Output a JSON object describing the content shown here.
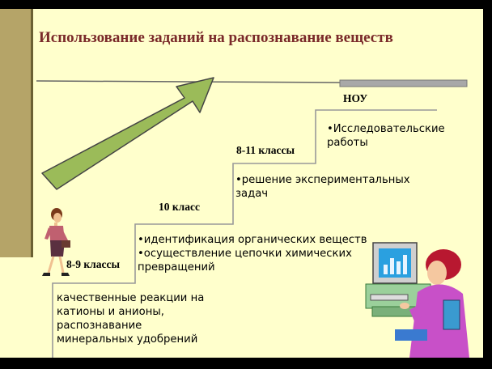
{
  "title": "Использование заданий на распознавание веществ",
  "levels": [
    {
      "label": "8-9 классы",
      "lines": [
        "качественные реакции на",
        "катионы и анионы,",
        "распознавание",
        "минеральных удобрений"
      ]
    },
    {
      "label": "10 класс",
      "lines": [
        "•идентификация органических веществ",
        "•осуществление цепочки химических",
        " превращений"
      ]
    },
    {
      "label": "8-11 классы",
      "lines": [
        "•решение экспериментальных",
        " задач"
      ]
    },
    {
      "label": "НОУ",
      "lines": [
        "•Исследовательские",
        " работы"
      ]
    }
  ],
  "colors": {
    "title": "#7a2a2a",
    "background": "#ffffcc",
    "arrow": "#9bbb59",
    "left_bar": "#b5a468"
  }
}
